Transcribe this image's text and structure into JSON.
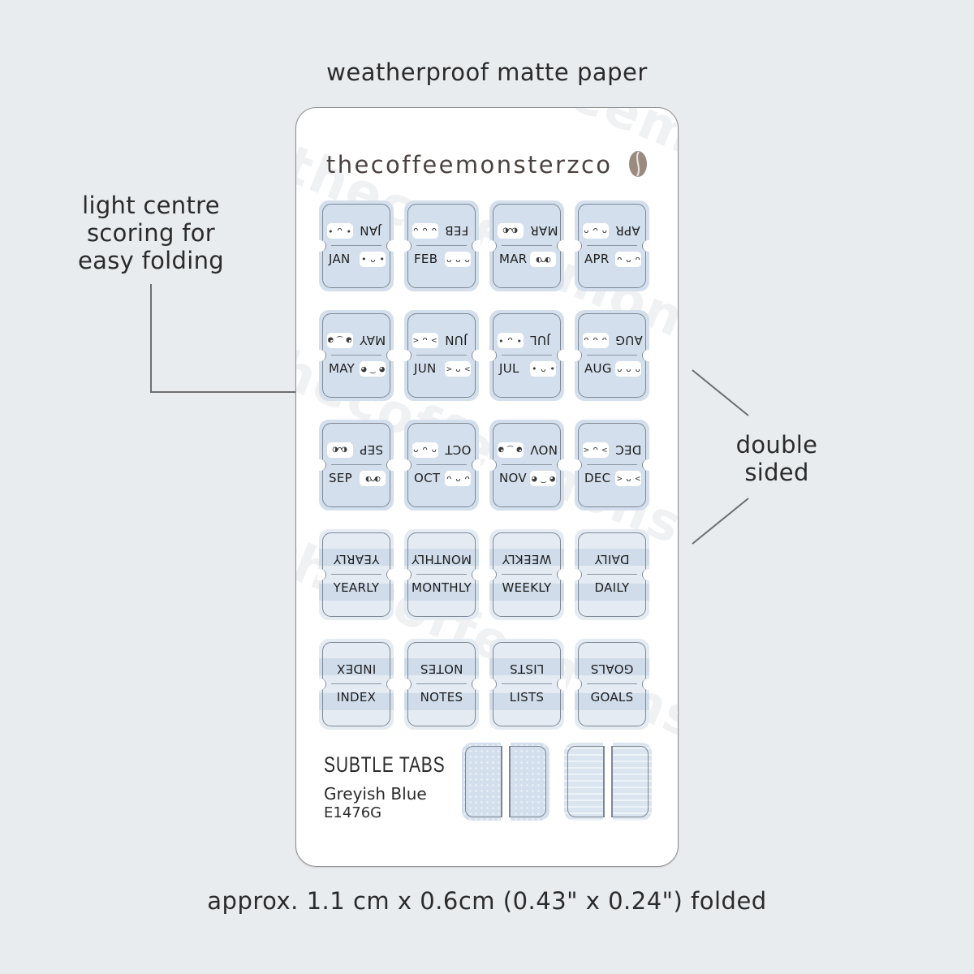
{
  "captions": {
    "top": "weatherproof matte paper",
    "bottom": "approx. 1.1 cm x 0.6cm (0.43\" x 0.24\") folded"
  },
  "notes": {
    "left": [
      "light centre",
      "scoring for",
      "easy folding"
    ],
    "right": [
      "double",
      "sided"
    ]
  },
  "sheet": {
    "brand": "thecoffeemonsterzco",
    "brand_icon": "coffee-bean-icon",
    "product_name": "SUBTLE TABS",
    "product_color": "Greyish Blue",
    "product_code": "E1476G"
  },
  "colors": {
    "background": "#e9ecef",
    "tab_fill": "#d3dfec",
    "tab_outline": "#7d8894",
    "sheet": "#ffffff"
  },
  "month_tabs": [
    {
      "label": "JAN",
      "face": "• ᴗ •"
    },
    {
      "label": "FEB",
      "face": "ᴗ ᴗ ᴗ"
    },
    {
      "label": "MAR",
      "face": "◐ᴗ◐"
    },
    {
      "label": "APR",
      "face": "ᴖ ᴗ ᴖ"
    },
    {
      "label": "MAY",
      "face": "◕ ‿ ◕"
    },
    {
      "label": "JUN",
      "face": "> ᴗ <"
    },
    {
      "label": "JUL",
      "face": "• ᴗ •"
    },
    {
      "label": "AUG",
      "face": "ᴗ ᴗ ᴗ"
    },
    {
      "label": "SEP",
      "face": "◐ᴗ◐"
    },
    {
      "label": "OCT",
      "face": "ᴖ ᴗ ᴖ"
    },
    {
      "label": "NOV",
      "face": "◕ ‿ ◕"
    },
    {
      "label": "DEC",
      "face": "> ᴗ <"
    }
  ],
  "word_tabs": [
    {
      "label": "YEARLY"
    },
    {
      "label": "MONTHLY"
    },
    {
      "label": "WEEKLY"
    },
    {
      "label": "DAILY"
    },
    {
      "label": "INDEX"
    },
    {
      "label": "NOTES"
    },
    {
      "label": "LISTS"
    },
    {
      "label": "GOALS"
    }
  ]
}
